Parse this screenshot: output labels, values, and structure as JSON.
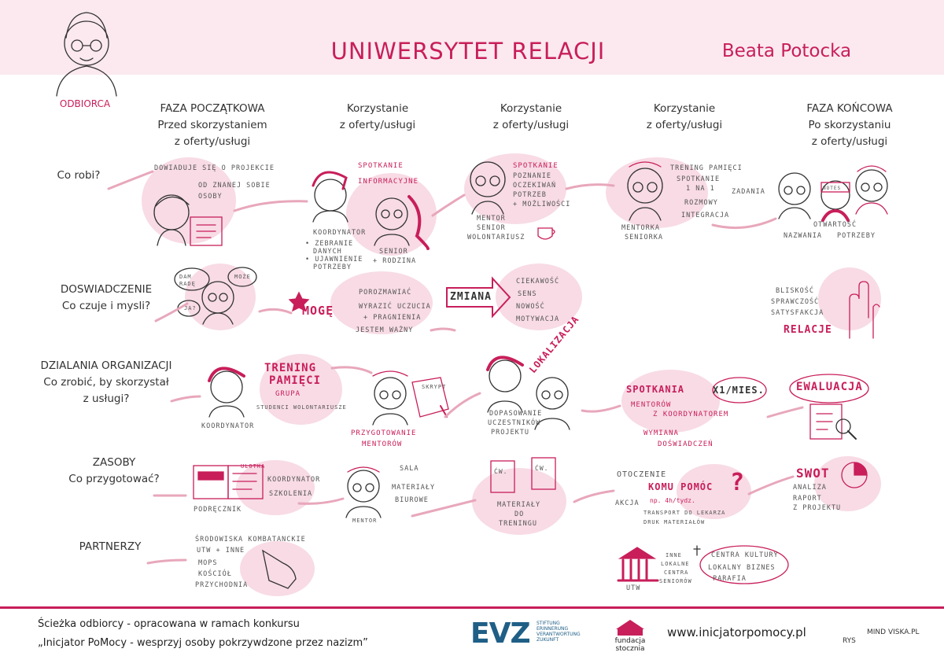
{
  "header": {
    "title": "UNIWERSYTET RELACJI",
    "author": "Beata Potocka",
    "persona_label": "ODBIORCA"
  },
  "columns": [
    {
      "line1": "FAZA POCZĄTKOWA",
      "line2": "Przed skorzystaniem",
      "line3": "z oferty/usługi"
    },
    {
      "line1": "Korzystanie",
      "line2": "z oferty/usługi",
      "line3": ""
    },
    {
      "line1": "Korzystanie",
      "line2": "z oferty/usługi",
      "line3": ""
    },
    {
      "line1": "Korzystanie",
      "line2": "z oferty/usługi",
      "line3": ""
    },
    {
      "line1": "FAZA KOŃCOWA",
      "line2": "Po skorzystaniu",
      "line3": "z oferty/usługi"
    }
  ],
  "rows": [
    {
      "line1": "Co robi?",
      "line2": "",
      "line3": ""
    },
    {
      "line1": "DOSWIADCZENIE",
      "line2": "Co czuje i mysli?",
      "line3": ""
    },
    {
      "line1": "DZIALANIA ORGANIZACJI",
      "line2": "Co zrobić, by skorzystał",
      "line3": "z usługi?"
    },
    {
      "line1": "ZASOBY",
      "line2": "Co przygotować?",
      "line3": ""
    },
    {
      "line1": "PARTNERZY",
      "line2": "",
      "line3": ""
    }
  ],
  "cells": {
    "r1c1_a": "DOWIADUJE SIĘ O PROJEKCIE",
    "r1c1_b": "OD ZNANEJ SOBIE",
    "r1c1_c": "OSOBY",
    "r1c2_a": "SPOTKANIE",
    "r1c2_b": "INFORMACYJNE",
    "r1c2_coord": "KOORDYNATOR",
    "r1c2_c1": "• ZEBRANIE",
    "r1c2_c2": "DANYCH",
    "r1c2_c3": "• UJAWNIENIE",
    "r1c2_c4": "POTRZEBY",
    "r1c2_senior": "SENIOR",
    "r1c2_rodzina": "+ RODZINA",
    "r1c3_a": "SPOTKANIE",
    "r1c3_b": "POZNANIE",
    "r1c3_c": "OCZEKIWAŃ",
    "r1c3_d": "POTRZEB",
    "r1c3_e": "+ MOŻLIWOŚCI",
    "r1c3_m1": "MENTOR",
    "r1c3_m2": "SENIOR",
    "r1c3_m3": "WOLONTARIUSZ",
    "r1c4_a": "TRENING PAMIĘCI",
    "r1c4_b": "SPOTKANIE",
    "r1c4_c": "1 NA 1",
    "r1c4_d": "ZADANIA",
    "r1c4_e": "ROZMOWY",
    "r1c4_f": "INTEGRACJA",
    "r1c4_m1": "MENTORKA",
    "r1c4_m2": "SENIORKA",
    "r1c5_a": "OTWARTOŚĆ",
    "r1c5_b": "NAZWANIA",
    "r1c5_c": "POTRZEBY",
    "r1c5_note": "NOTES",
    "r2c1_a": "DAM RADĘ",
    "r2c1_b": "MOŻE",
    "r2c1_c": "JA?",
    "r2c2_a": "MOGĘ",
    "r2c2_b": "POROZMAWIAĆ",
    "r2c2_c": "WYRAZIĆ UCZUCIA",
    "r2c2_d": "+ PRAGNIENIA",
    "r2c2_e": "JESTEM WAŻNY",
    "r2c3_a": "ZMIANA",
    "r2c3_b": "CIEKAWOŚĆ",
    "r2c3_c": "SENS",
    "r2c3_d": "NOWOŚĆ",
    "r2c3_e": "MOTYWACJA",
    "r2c5_a": "BLISKOŚĆ",
    "r2c5_b": "SPRAWCZOŚĆ",
    "r2c5_c": "SATYSFAKCJA",
    "r2c5_d": "RELACJE",
    "r3c1_a": "TRENING",
    "r3c1_b": "PAMIĘCI",
    "r3c1_c": "GRUPA",
    "r3c1_d": "STUDENCI WOLONTARIUSZE",
    "r3c1_e": "KOORDYNATOR",
    "r3c2_a": "SKRYPT",
    "r3c2_b": "PRZYGOTOWANIE",
    "r3c2_c": "MENTORÓW",
    "r3c3_a": "LOKALIZACJA",
    "r3c3_b": "DOPASOWANIE",
    "r3c3_c": "UCZESTNIKÓW",
    "r3c3_d": "PROJEKTU",
    "r3c4_a": "SPOTKANIA",
    "r3c4_b": "x1/MIES.",
    "r3c4_c": "MENTORÓW",
    "r3c4_d": "Z KOORDYNATOREM",
    "r3c4_e": "WYMIANA",
    "r3c4_f": "DOŚWIADCZEŃ",
    "r3c5_a": "EWALUACJA",
    "r4c1_a": "ULOTKA",
    "r4c1_b": "PODRĘCZNIK",
    "r4c1_c": "KOORDYNATOR",
    "r4c1_d": "SZKOLENIA",
    "r4c2_a": "SALA",
    "r4c2_b": "MATERIAŁY",
    "r4c2_c": "BIUROWE",
    "r4c2_d": "MENTOR",
    "r4c3_a": "ĆW.",
    "r4c3_b": "ĆW.",
    "r4c3_c": "MATERIAŁY",
    "r4c3_d": "DO",
    "r4c3_e": "TRENINGU",
    "r4c4_a": "OTOCZENIE",
    "r4c4_b": "KOMU POMÓC",
    "r4c4_c": "?",
    "r4c4_d": "AKCJA",
    "r4c4_e": "np. 4h/tydz.",
    "r4c4_f": "TRANSPORT DO LEKARZA",
    "r4c4_g": "DRUK MATERIAŁÓW",
    "r4c5_a": "SWOT",
    "r4c5_b": "ANALIZA",
    "r4c5_c": "RAPORT",
    "r4c5_d": "Z PROJEKTU",
    "r5c1_a": "ŚRODOWISKA KOMBATANCKIE",
    "r5c1_b": "UTW + INNE",
    "r5c1_c": "MOPS",
    "r5c1_d": "KOŚCIÓŁ",
    "r5c1_e": "PRZYCHODNIA",
    "r5c4_a": "UTW",
    "r5c4_b": "INNE",
    "r5c4_c": "LOKALNE",
    "r5c4_d": "CENTRA",
    "r5c4_e": "SENIORÓW",
    "r5c4_f": "CENTRA KULTURY",
    "r5c4_g": "LOKALNY BIZNES",
    "r5c4_h": "PARAFIA"
  },
  "footer": {
    "line1": "Ścieżka odbiorcy - opracowana w ramach konkursu",
    "line2": "„Inicjator PoMocy - wesprzyj osoby pokrzywdzone przez nazizm”",
    "evz": "EVZ",
    "evz_sub": "STIFTUNG ERINNERUNG VERANTWORTUNG ZUKUNFT",
    "fundacja": "fundacja stocznia",
    "website": "www.inicjatorpomocy.pl",
    "rys": "RYS",
    "mind": "MIND VISKA.PL"
  },
  "colors": {
    "accent": "#c81e5a",
    "band": "#fbe9ef",
    "blob": "#f8dbe5",
    "evz_blue": "#1f5f86"
  }
}
